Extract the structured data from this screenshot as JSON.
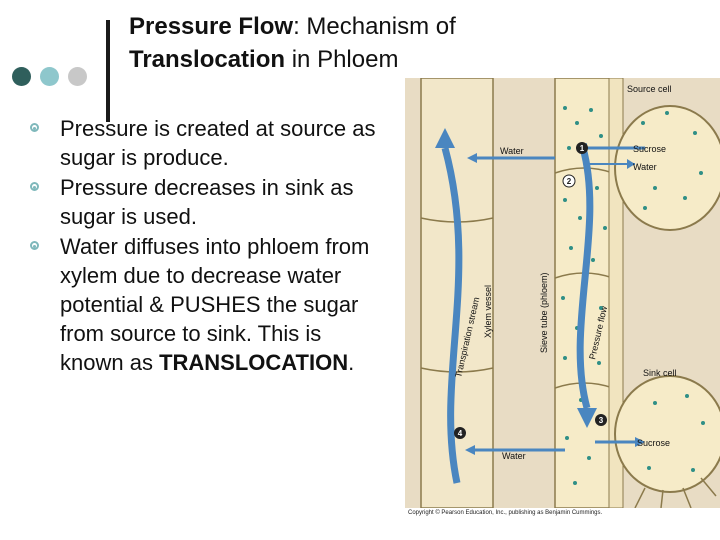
{
  "title": {
    "part1_bold": "Pressure Flow",
    "part2": ":  Mechanism of",
    "part3_bold": "Translocation",
    "part4": " in Phloem"
  },
  "bullets": [
    {
      "text": "Pressure is created at source as sugar is produce."
    },
    {
      "text": "Pressure decreases in sink as sugar is used."
    },
    {
      "text_before": "Water diffuses into phloem from xylem due to decrease water potential & PUSHES the sugar from source to sink.  This is known as ",
      "strong": "TRANSLOCATION",
      "text_after": "."
    }
  ],
  "diagram": {
    "labels": {
      "source_cell": "Source cell",
      "water_top": "Water",
      "sucrose_top": "Sucrose",
      "water_right": "Water",
      "transpiration": "Transpiration stream",
      "xylem": "Xylem vessel",
      "sieve": "Sieve tube (phloem)",
      "pressure": "Pressure flow",
      "sink_cell": "Sink cell",
      "sucrose_bottom": "Sucrose",
      "water_bottom": "Water"
    },
    "steps": [
      "1",
      "2",
      "3",
      "4"
    ],
    "copyright": "Copyright © Pearson Education, Inc., publishing as Benjamin Cummings."
  },
  "colors": {
    "dot1": "#2f5f5c",
    "dot2": "#8ec7cc",
    "dot3": "#c8c8c8",
    "bullet": "#7fb8bb",
    "cell_fill": "#f6ebc8",
    "cell_border": "#8b7a4c",
    "arrow_blue": "#4a86c0",
    "sugar_dot": "#2f8f86",
    "background_panel": "#e8dcc4"
  }
}
